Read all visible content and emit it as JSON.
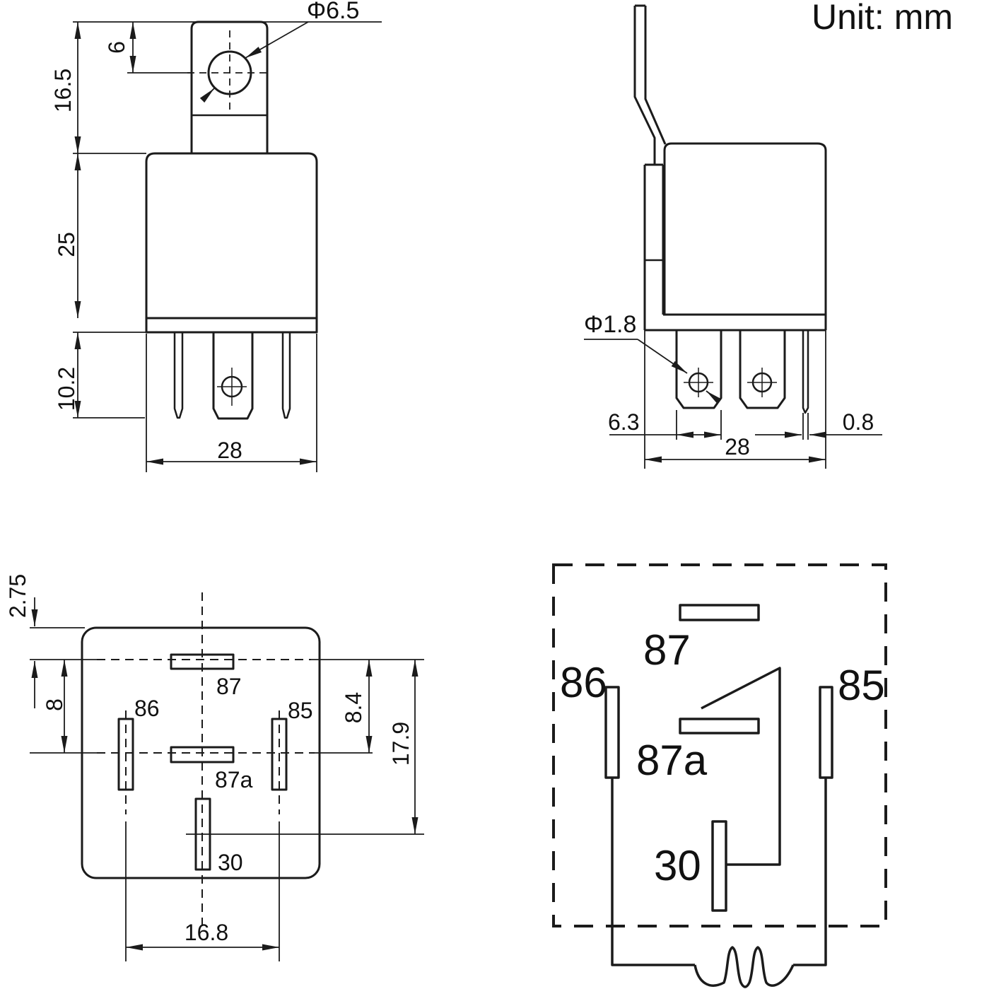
{
  "header": {
    "unit_label": "Unit: mm"
  },
  "front_view": {
    "dims": {
      "hole_dia": "Φ6.5",
      "tab_hole_offset": "6",
      "tab_height": "16.5",
      "body_height": "25",
      "pin_length": "10.2",
      "body_width": "28"
    }
  },
  "side_view": {
    "dims": {
      "pin_hole_dia": "Φ1.8",
      "terminal_width": "6.3",
      "body_width": "28",
      "thin_terminal_width": "0.8"
    }
  },
  "bottom_view": {
    "dims": {
      "edge_offset": "2.75",
      "spacing_87_87a": "8",
      "spacing_right": "8.4",
      "pin_span": "17.9",
      "pin_spread": "16.8"
    },
    "pins": {
      "p87": "87",
      "p87a": "87a",
      "p86": "86",
      "p85": "85",
      "p30": "30"
    }
  },
  "schematic": {
    "pins": {
      "p87": "87",
      "p87a": "87a",
      "p86": "86",
      "p85": "85",
      "p30": "30"
    }
  }
}
